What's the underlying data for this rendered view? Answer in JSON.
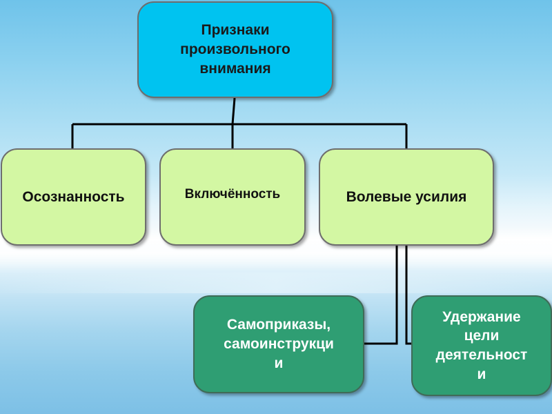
{
  "diagram": {
    "root": {
      "lines": [
        "Признаки",
        "произвольного",
        "внимания"
      ],
      "fill": "#00c3f0"
    },
    "level1": [
      {
        "label": "Осознанность",
        "fill": "#d3f7a3"
      },
      {
        "label": "Включённость",
        "fill": "#d3f7a3"
      },
      {
        "label": "Волевые усилия",
        "fill": "#d3f7a3"
      }
    ],
    "level2": [
      {
        "lines": [
          "Самоприказы,",
          "самоинструкци",
          "и"
        ],
        "fill": "#2f9e73"
      },
      {
        "lines": [
          "Удержание",
          "цели",
          "деятельност",
          "и"
        ],
        "fill": "#2f9e73"
      }
    ]
  }
}
